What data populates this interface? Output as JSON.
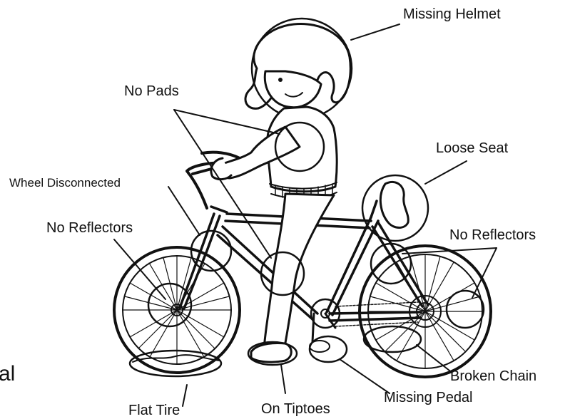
{
  "diagram": {
    "labels": {
      "missing_helmet": "Missing Helmet",
      "no_pads": "No Pads",
      "loose_seat": "Loose Seat",
      "wheel_disconnected": "Wheel Disconnected",
      "no_reflectors_left": "No Reflectors",
      "no_reflectors_right": "No Reflectors",
      "broken_chain": "Broken Chain",
      "missing_pedal": "Missing Pedal",
      "on_tiptoes": "On Tiptoes",
      "flat_tire": "Flat Tire",
      "cut_text": "al"
    },
    "colors": {
      "ink": "#111111",
      "background": "#ffffff"
    }
  }
}
